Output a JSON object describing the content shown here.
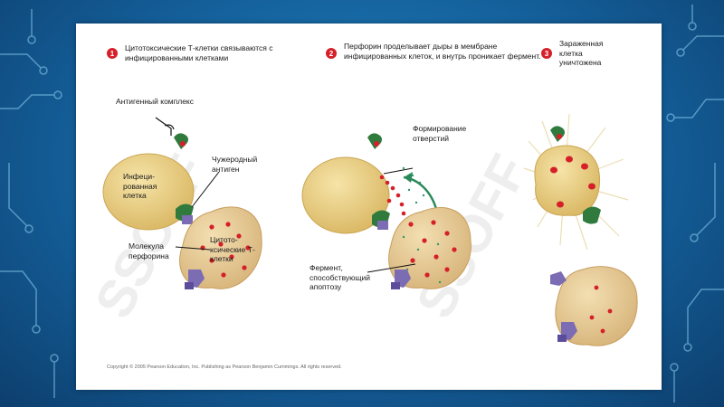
{
  "steps": [
    {
      "num": "1",
      "text": "Цитотоксические Т-клетки связываются с инфицированными клетками"
    },
    {
      "num": "2",
      "text": "Перфорин проделывает дыры в мембране инфицированных клеток, и внутрь проникает фермент."
    },
    {
      "num": "3",
      "text": "Зараженная клетка уничтожена"
    }
  ],
  "labels": {
    "antigen_complex": "Антигенный комплекс",
    "infected_cell": "Инфеци-рованная клетка",
    "foreign_antigen": "Чужеродный антиген",
    "cytotoxic_t_cell": "Цитото-ксические Т-клетки",
    "perforin_molecule": "Молекула перфорина",
    "hole_formation": "Формирование отверстий",
    "apoptosis_enzyme": "Фермент, способствующий апоптозу"
  },
  "copyright": "Copyright © 2005 Pearson Education, Inc. Publishing as Pearson Benjamin Cummings. All rights reserved.",
  "colors": {
    "background": "#1a75b4",
    "infected_cell": "#e9cf84",
    "t_cell": "#e7cb94",
    "receptor_green": "#2f7a3c",
    "perforin_purple": "#7b6cb3",
    "marker_red": "#d5202a"
  }
}
